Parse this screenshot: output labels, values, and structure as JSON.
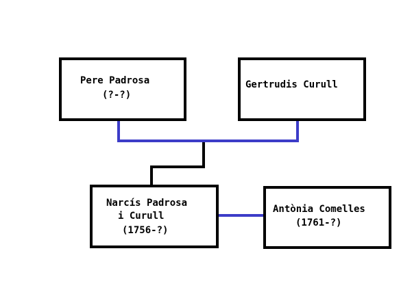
{
  "colors": {
    "parent_link": "#3c3cc8",
    "descent_link": "#000000",
    "spouse_link": "#3c3cc8",
    "box_border": "#000000"
  },
  "people": {
    "father": {
      "name": "Pere Padrosa",
      "dates": "(?-?)"
    },
    "mother": {
      "name": "Gertrudis Curull"
    },
    "child": {
      "name_line1": "Narcís Padrosa",
      "name_line2": "i Curull",
      "dates": "(1756-?)"
    },
    "spouse": {
      "name": "Antònia Comelles",
      "dates": "(1761-?)"
    }
  },
  "relations": [
    {
      "type": "marriage",
      "between": [
        "father",
        "mother"
      ]
    },
    {
      "type": "descent",
      "from": "father-mother",
      "to": "child"
    },
    {
      "type": "marriage",
      "between": [
        "child",
        "spouse"
      ]
    }
  ]
}
